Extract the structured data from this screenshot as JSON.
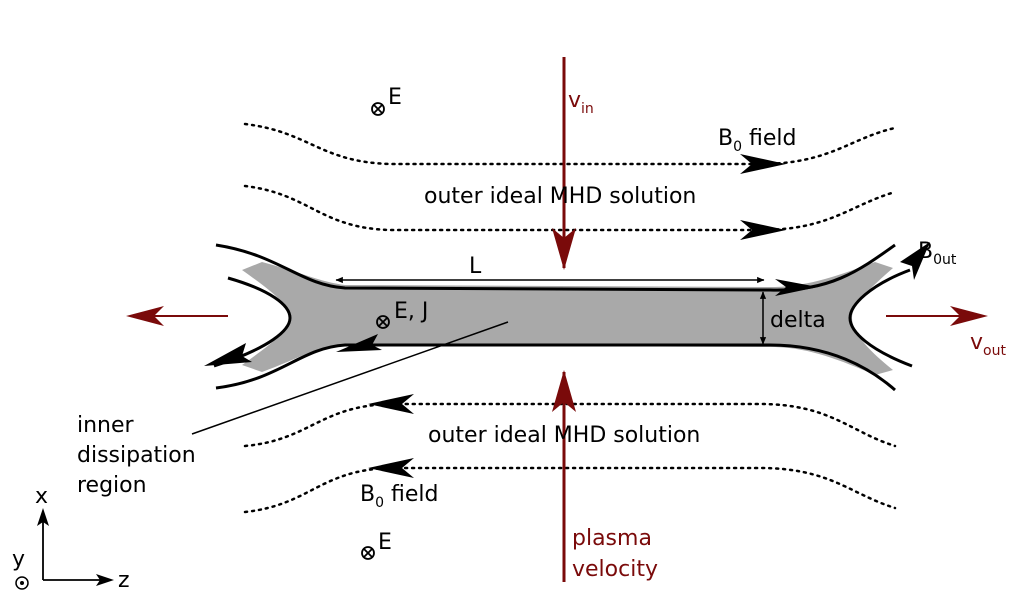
{
  "labels": {
    "e_top": "E",
    "e_center": "E, J",
    "e_bottom": "E",
    "v_in": "v",
    "v_in_sub": "in",
    "v_out": "v",
    "v_out_sub": "out",
    "b0_top": "B",
    "b0_top_sub": "0",
    "b0_top_suffix": " field",
    "b0_bottom": "B",
    "b0_bottom_sub": "0",
    "b0_bottom_suffix": " field",
    "b0out": "B",
    "b0out_sub": "0ut",
    "outer_top": "outer ideal MHD solution",
    "outer_bottom": "outer ideal MHD solution",
    "length": "L",
    "delta": "delta",
    "inner_line1": "inner",
    "inner_line2": "dissipation",
    "inner_line3": "region",
    "plasma_line1": "plasma",
    "plasma_line2": "velocity",
    "axis_x": "x",
    "axis_y": "y",
    "axis_z": "z"
  },
  "colors": {
    "flow": "#7a0a0a",
    "region_fill": "#a9a9a9",
    "line": "#000000"
  }
}
